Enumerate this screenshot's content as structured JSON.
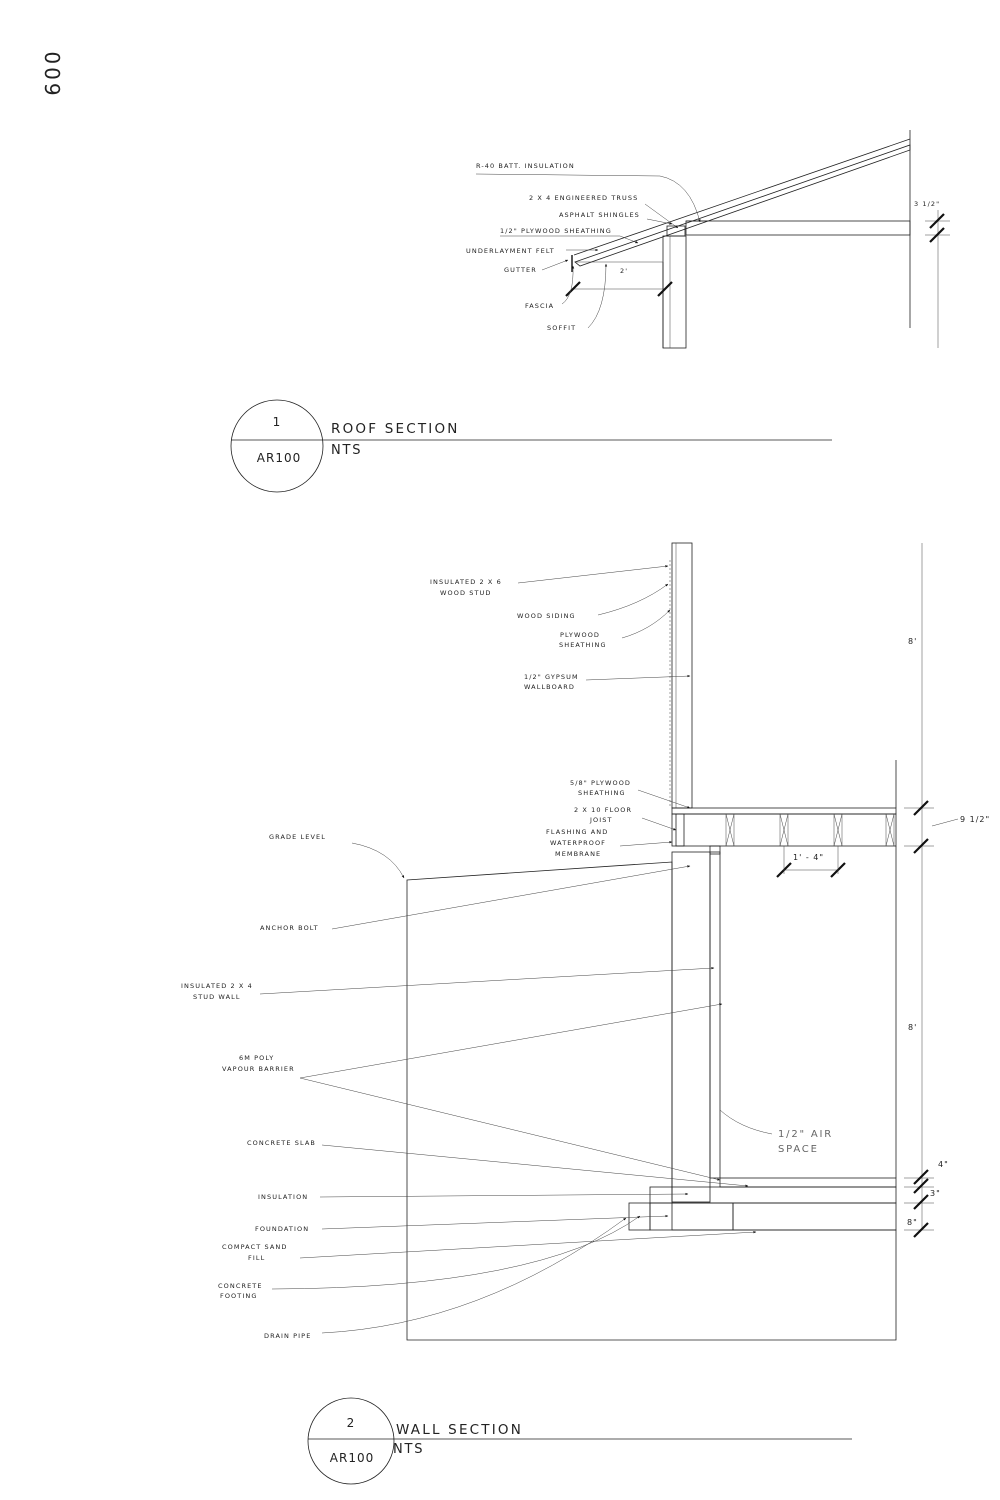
{
  "sheet": {
    "page_number": "600"
  },
  "roof_section": {
    "detail_number": "1",
    "sheet_ref": "AR100",
    "title": "ROOF SECTION",
    "scale": "NTS",
    "labels": {
      "insulation": "R-40 BATT. INSULATION",
      "truss": "2 X 4 ENGINEERED TRUSS",
      "shingles": "ASPHALT SHINGLES",
      "sheathing": "1/2\" PLYWOOD SHEATHING",
      "felt": "UNDERLAYMENT FELT",
      "gutter": "GUTTER",
      "fascia": "FASCIA",
      "soffit": "SOFFIT"
    },
    "dims": {
      "overhang": "2'",
      "ceiling": "3 1/2\""
    }
  },
  "wall_section": {
    "detail_number": "2",
    "sheet_ref": "AR100",
    "title": "WALL SECTION",
    "scale": "NTS",
    "labels": {
      "stud_1": "INSULATED 2 X 6",
      "stud_2": "WOOD STUD",
      "siding": "WOOD SIDING",
      "ply_1": "PLYWOOD",
      "ply_2": "SHEATHING",
      "gyp_1": "1/2\" GYPSUM",
      "gyp_2": "WALLBOARD",
      "subfloor_1": "5/8\" PLYWOOD",
      "subfloor_2": "SHEATHING",
      "joist_1": "2 X 10 FLOOR",
      "joist_2": "JOIST",
      "flash_1": "FLASHING AND",
      "flash_2": "WATERPROOF",
      "flash_3": "MEMBRANE",
      "grade": "GRADE LEVEL",
      "anchor": "ANCHOR BOLT",
      "studwall_1": "INSULATED 2 X 4",
      "studwall_2": "STUD WALL",
      "poly_1": "6M POLY",
      "poly_2": "VAPOUR BARRIER",
      "slab": "CONCRETE SLAB",
      "insulation": "INSULATION",
      "foundation": "FOUNDATION",
      "sand_1": "COMPACT SAND",
      "sand_2": "FILL",
      "footing_1": "CONCRETE",
      "footing_2": "FOOTING",
      "drain": "DRAIN PIPE",
      "air_1": "1/2\" AIR",
      "air_2": "SPACE"
    },
    "dims": {
      "upper_wall": "8'",
      "floor": "9 1/2\"",
      "joist_spacing": "1' - 4\"",
      "lower_wall": "8'",
      "slab": "4\"",
      "insul": "3\"",
      "footing": "8\""
    }
  }
}
